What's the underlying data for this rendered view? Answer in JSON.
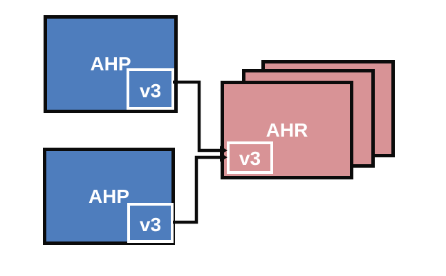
{
  "diagram": {
    "nodes": {
      "ahp_top": {
        "label": "AHP",
        "port": "v3"
      },
      "ahp_bottom": {
        "label": "AHP",
        "port": "v3"
      },
      "ahr": {
        "label": "AHR",
        "port": "v3",
        "stack_count": 3
      }
    },
    "edges": [
      {
        "from": "ahp_top",
        "from_port": "v3",
        "to": "ahr",
        "to_port": "v3"
      },
      {
        "from": "ahp_bottom",
        "from_port": "v3",
        "to": "ahr",
        "to_port": "v3"
      }
    ],
    "colors": {
      "node_blue": "#4e7dbd",
      "node_pink": "#d89396",
      "outline": "#0b0b0b",
      "port_border": "#ffffff",
      "text": "#ffffff",
      "background": "#ffffff"
    }
  }
}
